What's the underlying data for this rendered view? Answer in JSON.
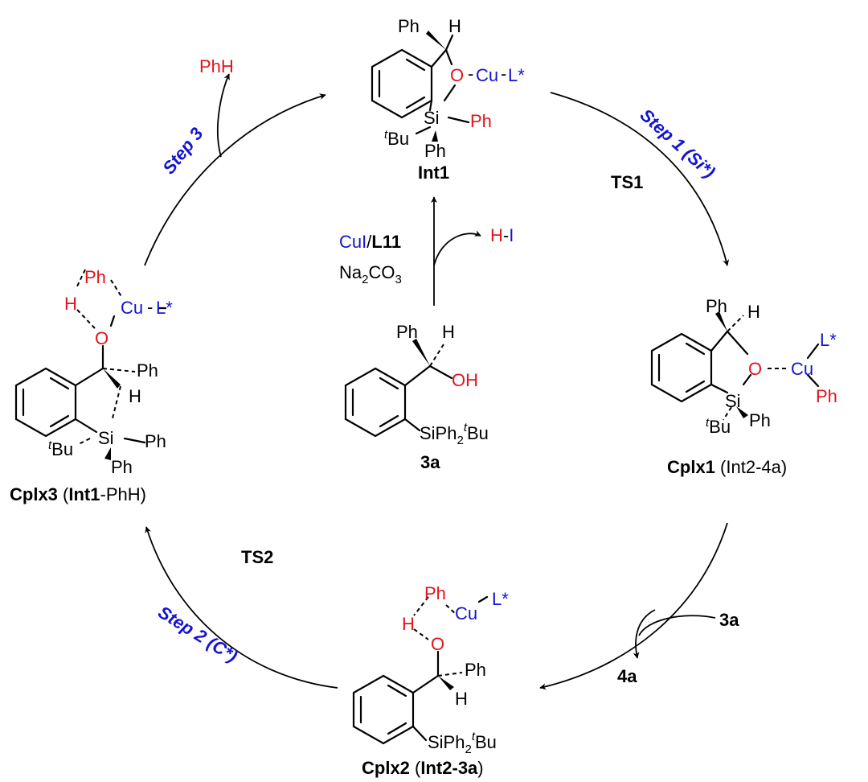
{
  "colors": {
    "blue": "#1414d2",
    "red": "#e0141e",
    "black": "#000000"
  },
  "labels": {
    "phh": "PhH",
    "step3": "Step 3",
    "step1": "Step 1 (Si*)",
    "step2": "Step 2 (C*)",
    "ts1": "TS1",
    "ts2": "TS2",
    "reagent_cui": "CuI",
    "reagent_slash": "/",
    "reagent_l11": "L11",
    "reagent_na": "Na",
    "reagent_2": "2",
    "reagent_co": "CO",
    "reagent_3": "3",
    "hi_h": "H",
    "hi_dash": "-",
    "hi_i": "I",
    "in_3a": "3a",
    "out_4a": "4a"
  },
  "atoms": {
    "Ph": "Ph",
    "H": "H",
    "O": "O",
    "OH": "OH",
    "Cu": "Cu",
    "L": "L*",
    "Si": "Si",
    "tBu_t": "t",
    "tBu_Bu": "Bu",
    "dash": "-",
    "SiPh": "SiPh",
    "sub2": "2"
  },
  "compounds": {
    "int1": {
      "name": "Int1"
    },
    "sm": {
      "name": "3a"
    },
    "cplx1": {
      "name": "Cplx1",
      "paren": "(Int2-4a)"
    },
    "cplx2": {
      "name": "Cplx2",
      "paren_open": "(",
      "inner": "Int2-3a",
      "paren_close": ")"
    },
    "cplx3": {
      "name": "Cplx3",
      "paren_open": "(",
      "inner": "Int1",
      "suffix": "-PhH)"
    }
  }
}
